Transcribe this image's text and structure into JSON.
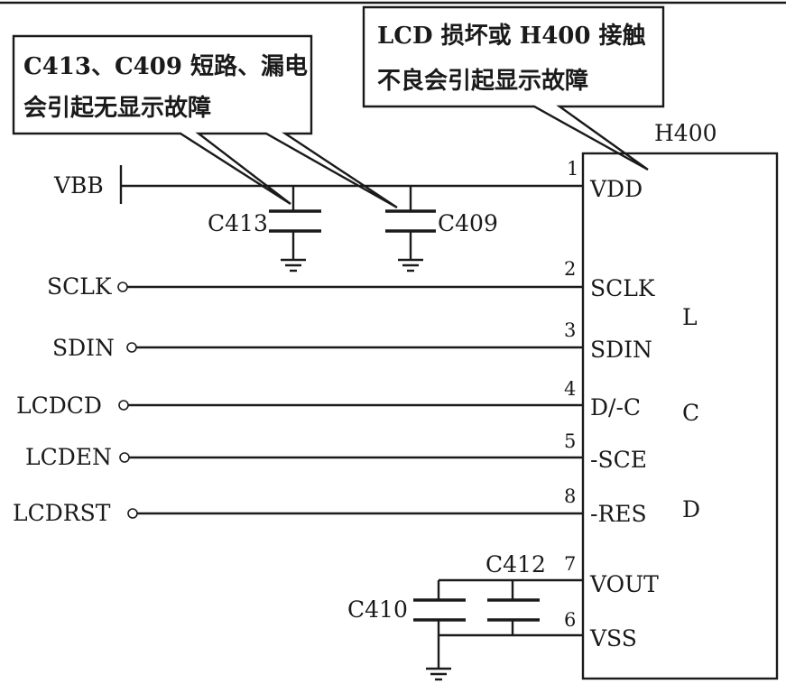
{
  "callout_left": {
    "line1": "C413、C409 短路、漏电",
    "line2": "会引起无显示故障"
  },
  "callout_right": {
    "line1": "LCD 损坏或 H400 接触",
    "line2": "不良会引起显示故障"
  },
  "chip": {
    "name": "H400",
    "letters": [
      "L",
      "C",
      "D"
    ]
  },
  "supply": {
    "label": "VBB",
    "pin_num": "1",
    "pin_name": "VDD"
  },
  "signals": [
    {
      "net": "SCLK",
      "pin_num": "2",
      "pin_name": "SCLK"
    },
    {
      "net": "SDIN",
      "pin_num": "3",
      "pin_name": "SDIN"
    },
    {
      "net": "LCDCD",
      "pin_num": "4",
      "pin_name": "D/-C"
    },
    {
      "net": "LCDEN",
      "pin_num": "5",
      "pin_name": "-SCE"
    },
    {
      "net": "LCDRST",
      "pin_num": "8",
      "pin_name": "-RES"
    }
  ],
  "vout": {
    "pin_num": "7",
    "pin_name": "VOUT"
  },
  "vss": {
    "pin_num": "6",
    "pin_name": "VSS"
  },
  "capacitors": {
    "c413": "C413",
    "c409": "C409",
    "c412": "C412",
    "c410": "C410"
  }
}
